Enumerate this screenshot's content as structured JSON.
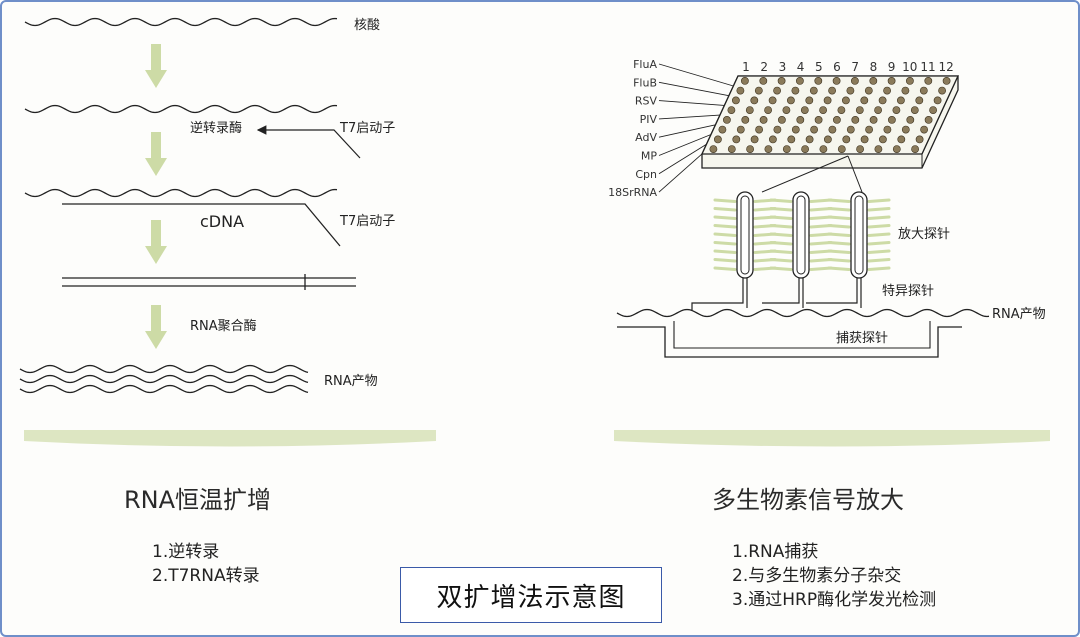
{
  "left": {
    "labels": {
      "nucleic_acid": "核酸",
      "reverse_transcriptase": "逆转录酶",
      "t7_promoter_1": "T7启动子",
      "cdna": "cDNA",
      "t7_promoter_2": "T7启动子",
      "rna_polymerase": "RNA聚合酶",
      "rna_product": "RNA产物"
    },
    "heading": "RNA恒温扩增",
    "steps": [
      "1.逆转录",
      "2.T7RNA转录"
    ]
  },
  "right": {
    "rows": [
      "FluA",
      "FluB",
      "RSV",
      "PIV",
      "AdV",
      "MP",
      "Cpn",
      "18SrRNA"
    ],
    "columns": [
      "1",
      "2",
      "3",
      "4",
      "5",
      "6",
      "7",
      "8",
      "9",
      "10",
      "11",
      "12"
    ],
    "labels": {
      "amplification_probe": "放大探针",
      "specific_probe": "特异探针",
      "rna_product": "RNA产物",
      "capture_probe": "捕获探针"
    },
    "heading": "多生物素信号放大",
    "steps": [
      "1.RNA捕获",
      "2.与多生物素分子杂交",
      "3.通过HRP酶化学发光检测"
    ]
  },
  "caption": "双扩增法示意图",
  "colors": {
    "accent_green": "#dde6c2",
    "arrow_green": "#cddba6",
    "strand": "#222222",
    "frame": "#6f8fc9"
  }
}
